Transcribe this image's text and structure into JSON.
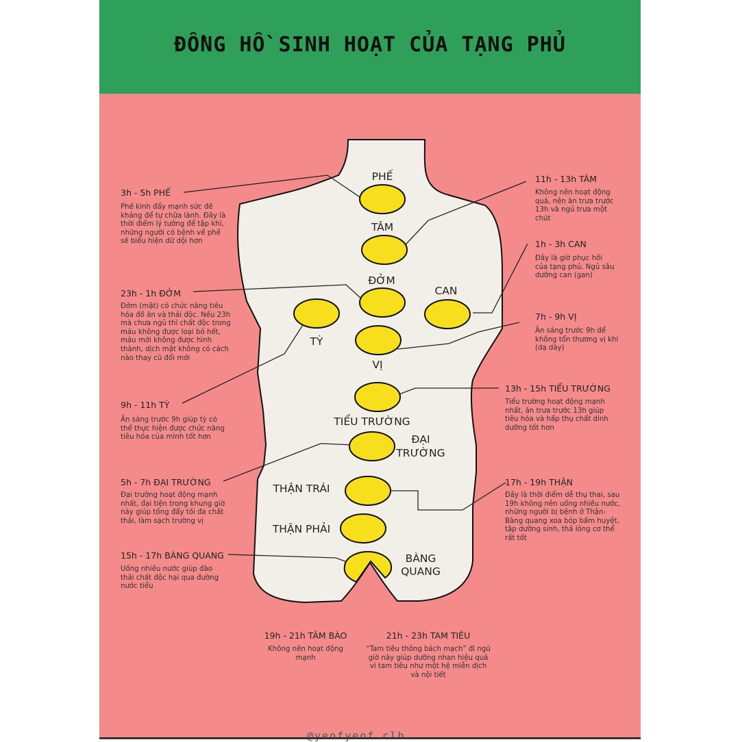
{
  "header": {
    "title": "ĐỒNG HỒ SINH HOẠT CỦA TẠNG PHỦ"
  },
  "organs": {
    "phe": "PHẾ",
    "tam": "TÂM",
    "dom": "ĐỞM",
    "can": "CAN",
    "ty": "TỲ",
    "vi": "VỊ",
    "tieu_truong": "TIỂU TRƯỜNG",
    "dai_truong_1": "ĐẠI",
    "dai_truong_2": "TRƯỜNG",
    "than_trai": "THẬN TRÁI",
    "than_phai": "THẬN PHẢI",
    "bang_quang_1": "BÀNG",
    "bang_quang_2": "QUANG"
  },
  "annotations": {
    "phe": {
      "title": "3h - 5h PHẾ",
      "desc": "Phế kinh đẩy mạnh sức đề kháng để tự chữa lành. Đây là thời điểm lý tưởng để tập khí, những người có bệnh về phế sẽ biểu hiện dữ dội hơn"
    },
    "dom": {
      "title": "23h - 1h ĐỞM",
      "desc": "Đởm (mật) có chức năng tiêu hóa đồ ăn và thải độc. Nếu 23h mà chưa ngủ thì chất độc trong máu không được loại bỏ hết, máu mới không được hình thành, dịch mật không có cách nào thay cũ đổi mới"
    },
    "ty": {
      "title": "9h - 11h TỲ",
      "desc": "Ăn sáng trước 9h giúp tỳ có thể thực hiện được chức năng tiêu hóa của mình tốt hơn"
    },
    "dai_truong": {
      "title": "5h - 7h ĐẠI TRƯỜNG",
      "desc": "Đại trường hoạt động mạnh nhất, đại tiện trong khung giờ này giúp tống đẩy tối đa chất thải, làm sạch trường vị"
    },
    "bang_quang": {
      "title": "15h - 17h BÀNG QUANG",
      "desc": "Uống nhiều nước giúp đào thải chất độc hại qua đường nước tiểu"
    },
    "tam": {
      "title": "11h - 13h  TÂM",
      "desc": "Không nên hoạt động quá, nên ăn trưa trước 13h và ngủ trưa một chút"
    },
    "can": {
      "title": "1h - 3h CAN",
      "desc": "Đây là giờ phục hồi của tạng phủ. Ngủ sâu dưỡng can (gan)"
    },
    "vi": {
      "title": "7h - 9h VỊ",
      "desc": "Ăn sáng trước 9h để không tổn thương vị khí (dạ dày)"
    },
    "tieu_truong": {
      "title": "13h - 15h TIỂU TRƯỜNG",
      "desc": "Tiểu trường hoạt động mạnh nhất, ăn trưa trước 13h giúp tiêu hóa và hấp thụ chất dinh dưỡng tốt hơn"
    },
    "than": {
      "title": "17h - 19h THẬN",
      "desc": "Đây là thời điểm dễ thụ thai, sau 19h không nên uống nhiều nước, những người bị bệnh ở Thận-Bàng quang xoa bóp bấm huyệt, tập dưỡng sinh, thả lỏng cơ thể rất tốt"
    },
    "tam_bao": {
      "title": "19h - 21h  TÂM BÀO",
      "desc": "Không nên hoạt động mạnh"
    },
    "tam_tieu": {
      "title": "21h - 23h TAM TIÊU",
      "desc": "“Tam tiêu thông bách mạch” đi ngủ giờ này giúp dưỡng nhan hiệu quả vì tam tiêu như một hệ miễn dịch và nội tiết"
    }
  },
  "watermark": "@yeofyeof.clb",
  "colors": {
    "background": "#f48a8a",
    "header": "#2ea05a",
    "body_silhouette": "#f2efe8",
    "organ_fill": "#f7df1e"
  }
}
